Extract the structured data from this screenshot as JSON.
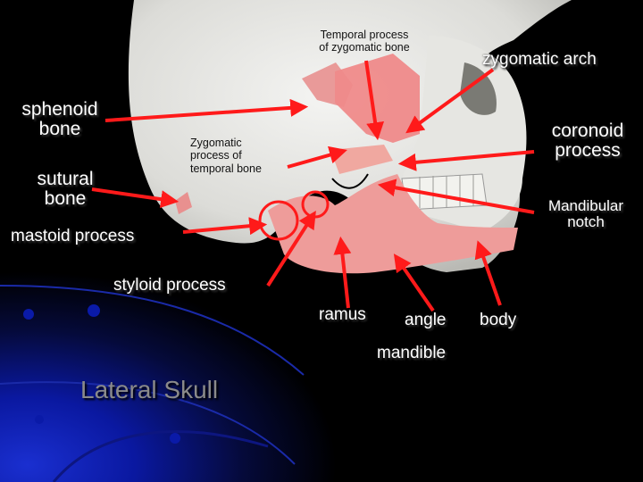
{
  "slide": {
    "title": "Lateral Skull"
  },
  "labels": {
    "temporal_process": [
      "Temporal process",
      "of zygomatic bone"
    ],
    "zygomatic_arch": "zygomatic arch",
    "sphenoid_bone": [
      "sphenoid",
      "bone"
    ],
    "coronoid_process": [
      "coronoid",
      "process"
    ],
    "zygomatic_process": [
      "Zygomatic",
      "process of",
      "temporal bone"
    ],
    "sutural_bone": [
      "sutural",
      "bone"
    ],
    "mandibular_notch": [
      "Mandibular",
      "notch"
    ],
    "mastoid_process": "mastoid process",
    "styloid_process": "styloid process",
    "ramus": "ramus",
    "angle": "angle",
    "body": "body",
    "mandible": "mandible"
  },
  "colors": {
    "background": "#000000",
    "skull": "#e8e8e4",
    "highlight": "#e8908f",
    "arrow": "#ff1a1a",
    "label_text": "#ffffff",
    "title_text": "#8a8a8a",
    "dots": "#0a1aa8"
  }
}
